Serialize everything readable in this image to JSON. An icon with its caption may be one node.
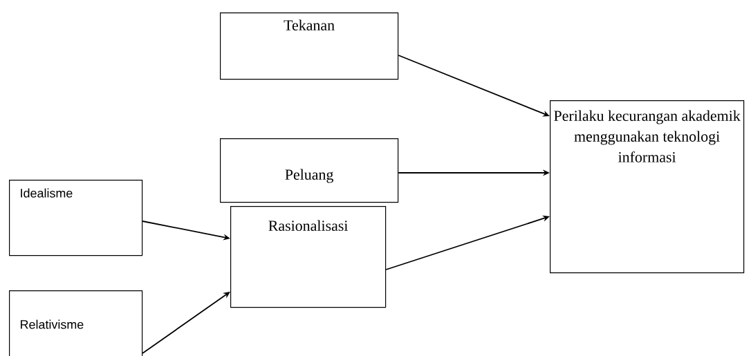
{
  "diagram": {
    "nodes": [
      {
        "text": [
          "Tekanan"
        ]
      },
      {
        "text": [
          "Peluang"
        ]
      },
      {
        "text": [
          "Idealisme"
        ]
      },
      {
        "text": [
          "Rasionalisasi"
        ]
      },
      {
        "text": [
          "Relativisme"
        ]
      },
      {
        "text": [
          "Perilaku kecurangan akademik menggunakan teknologi informasi"
        ]
      }
    ],
    "edges": [
      {
        "from": 0,
        "to": 5,
        "arrow": "to"
      },
      {
        "from": 1,
        "to": 5,
        "arrow": "to"
      },
      {
        "from": 3,
        "to": 5,
        "arrow": "to"
      },
      {
        "from": 2,
        "to": 3,
        "arrow": "to"
      },
      {
        "from": 4,
        "to": 3,
        "arrow": "to"
      }
    ]
  }
}
